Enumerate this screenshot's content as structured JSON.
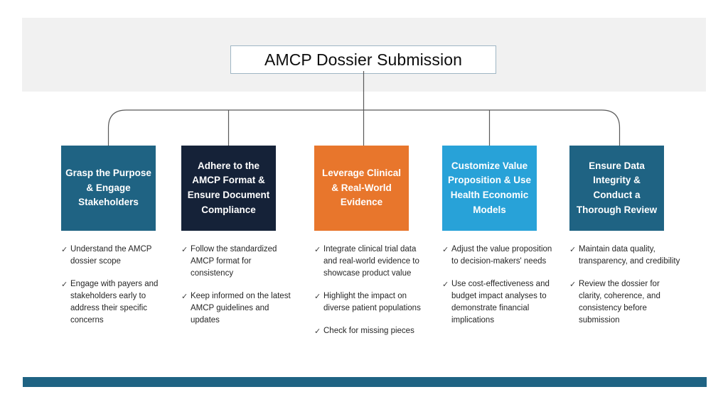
{
  "slide": {
    "title": "AMCP Dossier Submission",
    "header_band_color": "#f1f1f1",
    "bottom_bar_color": "#1f6383",
    "connector_color": "#595959",
    "title_border_color": "#9fb6c4"
  },
  "stages": [
    {
      "title": "Grasp the Purpose & Engage Stakeholders",
      "color": "#1f6383",
      "bullets": [
        "Understand the AMCP dossier scope",
        "Engage with payers and stakeholders early to address their specific concerns"
      ]
    },
    {
      "title": "Adhere to the AMCP Format & Ensure Document Compliance",
      "color": "#152238",
      "bullets": [
        "Follow the standardized AMCP format for consistency",
        "Keep informed on the latest AMCP guidelines and updates"
      ]
    },
    {
      "title": "Leverage Clinical & Real-World Evidence",
      "color": "#e8762c",
      "bullets": [
        "Integrate clinical trial data and real-world evidence to showcase product value",
        "Highlight the impact on diverse patient populations",
        "Check for missing pieces"
      ]
    },
    {
      "title": "Customize Value Proposition & Use Health Economic Models",
      "color": "#28a2d8",
      "bullets": [
        "Adjust the value proposition to decision-makers' needs",
        "Use cost-effectiveness and budget impact analyses to demonstrate financial implications"
      ]
    },
    {
      "title": "Ensure Data Integrity & Conduct a Thorough Review",
      "color": "#1f6383",
      "bullets": [
        "Maintain data quality, transparency, and credibility",
        "Review the dossier for clarity, coherence, and consistency before submission"
      ]
    }
  ],
  "bullet_marker": "check-mark-glyph"
}
